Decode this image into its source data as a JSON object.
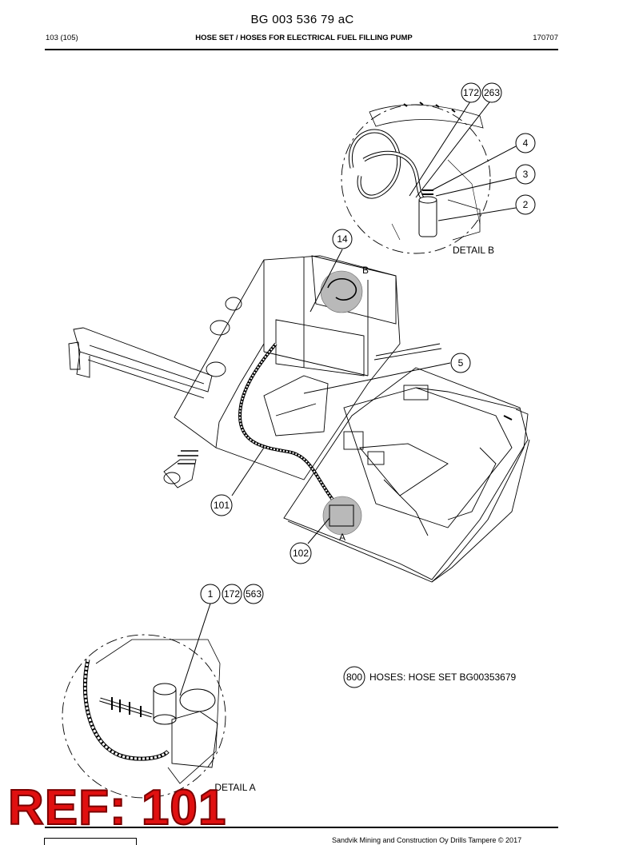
{
  "header": {
    "doc_number": "BG 003 536 79 aC",
    "page": "103 (105)",
    "title": "HOSE SET / HOSES FOR ELECTRICAL FUEL FILLING PUMP",
    "code": "170707"
  },
  "callouts": {
    "c172a": "172",
    "c263": "263",
    "c4": "4",
    "c3": "3",
    "c2": "2",
    "c14": "14",
    "c5": "5",
    "c101": "101",
    "c102": "102",
    "c1": "1",
    "c172b": "172",
    "c563": "563",
    "c800": "800"
  },
  "labels": {
    "detail_b": "DETAIL B",
    "detail_a": "DETAIL A",
    "marker_b": "B",
    "marker_a": "A",
    "note_800": "HOSES: HOSE SET BG00353679"
  },
  "stamp": {
    "text": "REF: 101",
    "color": "#e01010"
  },
  "footer": {
    "copyright": "Sandvik Mining and Construction Oy Drills Tampere © 2017"
  }
}
